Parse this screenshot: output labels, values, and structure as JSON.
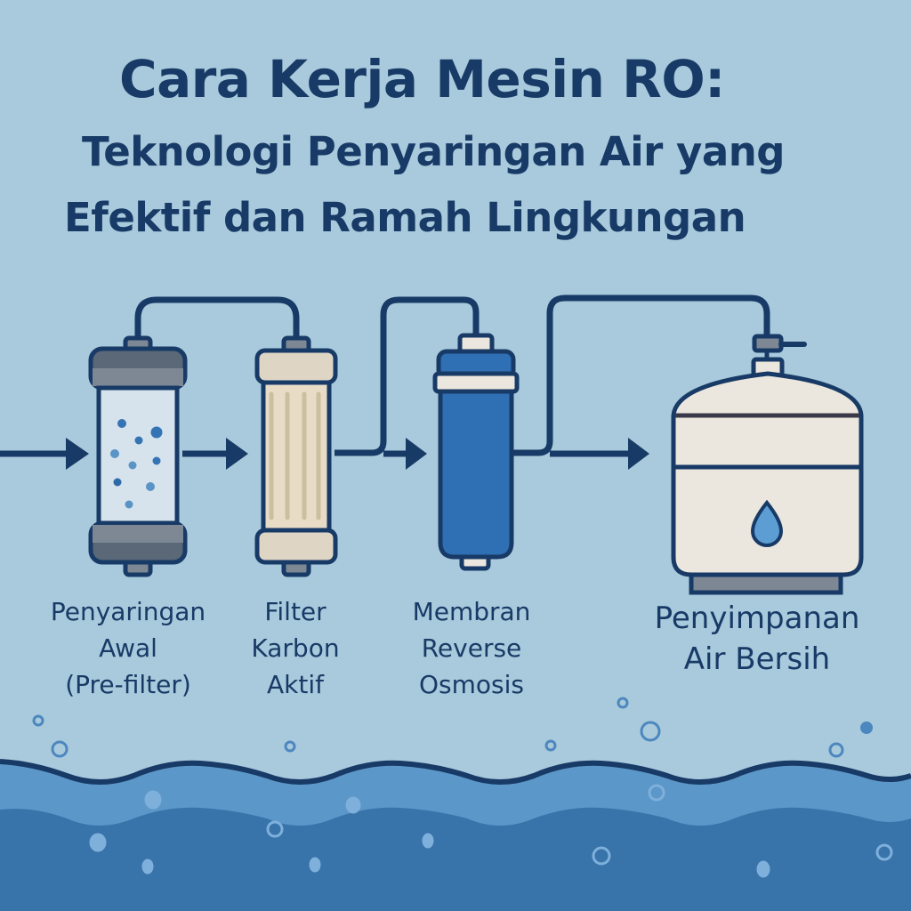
{
  "title": {
    "line1": "Cara Kerja Mesin RO:",
    "line2": "Teknologi Penyaringan Air yang",
    "line3": "Efektif dan Ramah Lingkungan"
  },
  "stages": [
    {
      "id": "pre-filter",
      "lines": [
        "Penyaringan",
        "Awal",
        "(Pre-filter)"
      ],
      "icon": "sediment-filter-icon"
    },
    {
      "id": "carbon-filter",
      "lines": [
        "Filter",
        "Karbon",
        "Aktif"
      ],
      "icon": "carbon-filter-icon"
    },
    {
      "id": "ro-membrane",
      "lines": [
        "Membran",
        "Reverse",
        "Osmosis"
      ],
      "icon": "ro-membrane-icon"
    },
    {
      "id": "storage-tank",
      "lines": [
        "Penyimpanan",
        "Air Bersih"
      ],
      "icon": "storage-tank-icon"
    }
  ],
  "colors": {
    "background": "#a9cadc",
    "outline": "#183a66",
    "prefilter_cap": "#5a6878",
    "prefilter_band": "#7d8894",
    "prefilter_body": "#d6e3ec",
    "particle": "#3574b4",
    "carbon_body": "#e8dcc6",
    "carbon_cap": "#ded5c4",
    "carbon_stripe": "#cbbf9f",
    "membrane": "#2f6fb3",
    "cream": "#ece7de",
    "tank_base": "#7d8894",
    "drop": "#5c9dd3",
    "water_light": "#5b97c8",
    "water_dark": "#3873aa"
  }
}
